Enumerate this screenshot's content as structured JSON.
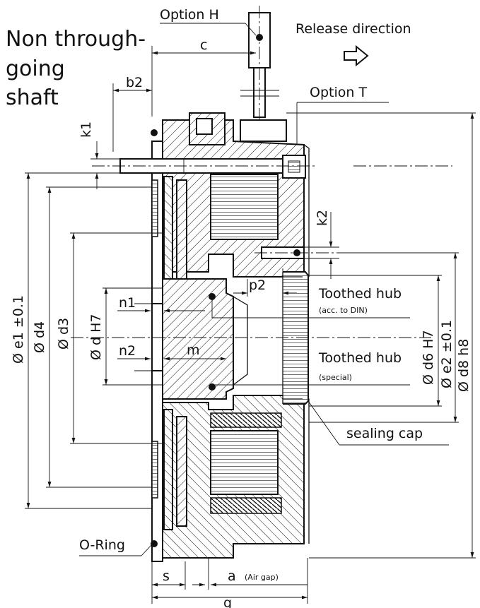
{
  "title_lines": [
    "Non through-",
    "going",
    "shaft"
  ],
  "labels": {
    "option_h": "Option H",
    "option_t": "Option T",
    "release_direction": "Release direction",
    "toothed_hub_din": "Toothed hub",
    "toothed_hub_din_note": "(acc. to DIN)",
    "toothed_hub_special": "Toothed hub",
    "toothed_hub_special_note": "(special)",
    "sealing_cap": "sealing cap",
    "o_ring": "O-Ring"
  },
  "dimensions": {
    "c": "c",
    "b2": "b2",
    "k1": "k1",
    "k2": "k2",
    "p2": "p2",
    "n1": "n1",
    "n2": "n2",
    "m": "m",
    "s": "s",
    "a": "a",
    "a_note": "(Air gap)",
    "g": "g",
    "d": "Ø d H7",
    "d3": "Ø d3",
    "d4": "Ø d4",
    "e1": "Ø e1 ±0.1",
    "d6": "Ø d6 H7",
    "e2": "Ø e2 ±0.1",
    "d8": "Ø d8 h8"
  },
  "icons": {
    "release_arrow": "outline-right-arrow-icon"
  }
}
